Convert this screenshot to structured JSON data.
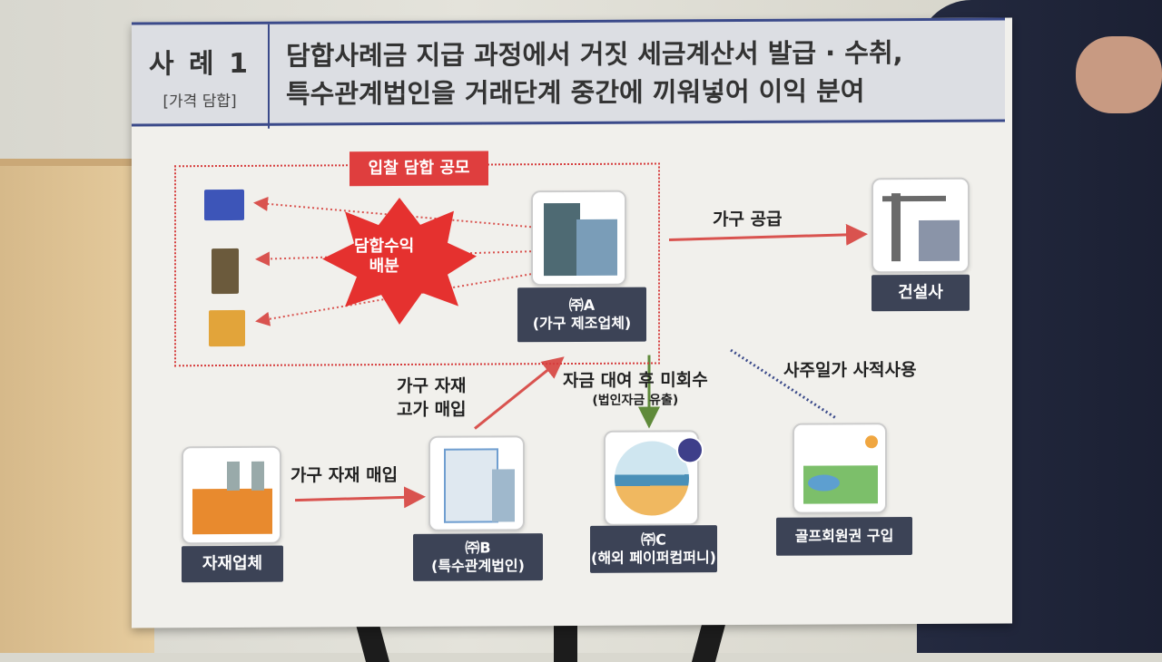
{
  "header": {
    "case_label": "사 례 1",
    "case_type": "[가격 담합]",
    "title_line1": "담합사례금 지급 과정에서 거짓 세금계산서 발급 · 수취,",
    "title_line2": "특수관계법인을 거래단계 중간에 끼워넣어 이익 분여"
  },
  "diagram": {
    "collusion_tag": "입찰 담합 공모",
    "burst_line1": "담합수익",
    "burst_line2": "배분",
    "company_a": {
      "line1": "㈜A",
      "line2": "(가구 제조업체)"
    },
    "construction": "건설사",
    "supply_label": "가구 공급",
    "supplier": "자재업체",
    "purchase_label": "가구 자재 매입",
    "company_b": {
      "line1": "㈜B",
      "line2": "(특수관계법인)"
    },
    "overprice_line1": "가구 자재",
    "overprice_line2": "고가 매입",
    "loan_label": "자금 대여 후 미회수",
    "loan_sub": "(법인자금 유출)",
    "company_c": {
      "line1": "㈜C",
      "line2": "(해외 페이퍼컴퍼니)"
    },
    "private_use": "사주일가  사적사용",
    "golf": "골프회원권 구입"
  },
  "colors": {
    "accent_red": "#df3e3e",
    "label_bg": "#3c4356",
    "header_border": "#3b4a8a",
    "green_arrow": "#5f8a3a"
  }
}
